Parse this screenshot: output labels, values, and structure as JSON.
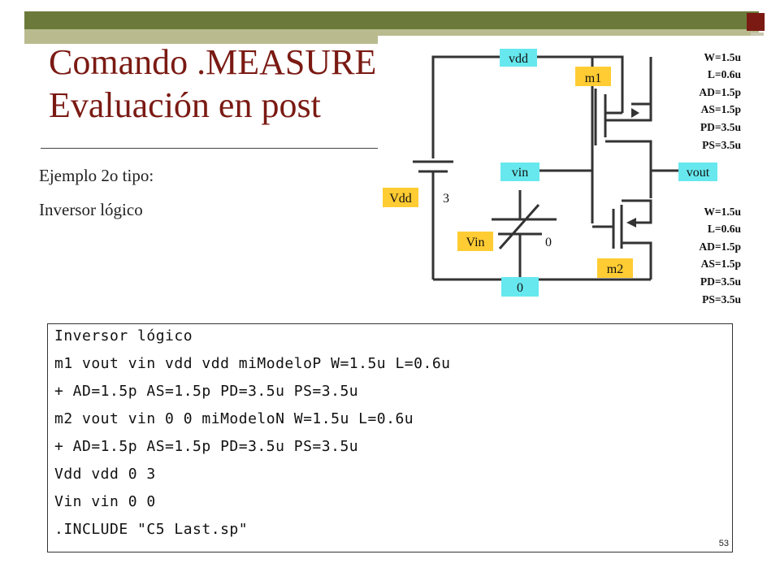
{
  "slide": {
    "title_line1": "Comando .MEASURE",
    "title_line2": "Evaluación en post",
    "subtitle": "Ejemplo 2o tipo:",
    "subtitle2": "Inversor lógico",
    "page_number": "53"
  },
  "circuit": {
    "node_vdd": "vdd",
    "node_vin": "vin",
    "node_vout": "vout",
    "node_gnd": "0",
    "m1_label": "m1",
    "m2_label": "m2",
    "vdd_source": "Vdd",
    "vdd_value": "3",
    "vin_source": "Vin",
    "vin_value": "0",
    "m1_params": [
      "W=1.5u",
      "L=0.6u",
      "AD=1.5p",
      "AS=1.5p",
      "PD=3.5u",
      "PS=3.5u"
    ],
    "m2_params": [
      "W=1.5u",
      "L=0.6u",
      "AD=1.5p",
      "AS=1.5p",
      "PD=3.5u",
      "PS=3.5u"
    ],
    "colors": {
      "node_label_bg": "#66e8ee",
      "source_label_bg": "#ffcc33",
      "title": "#7a1a13"
    }
  },
  "code": {
    "lines": [
      "Inversor lógico",
      "m1 vout vin vdd vdd miModeloP W=1.5u L=0.6u",
      "+ AD=1.5p AS=1.5p PD=3.5u PS=3.5u",
      "m2 vout vin 0 0 miModeloN W=1.5u L=0.6u",
      "+ AD=1.5p AS=1.5p PD=3.5u PS=3.5u",
      "Vdd vdd 0 3",
      "Vin vin 0 0",
      ".INCLUDE \"C5 Last.sp\""
    ]
  }
}
